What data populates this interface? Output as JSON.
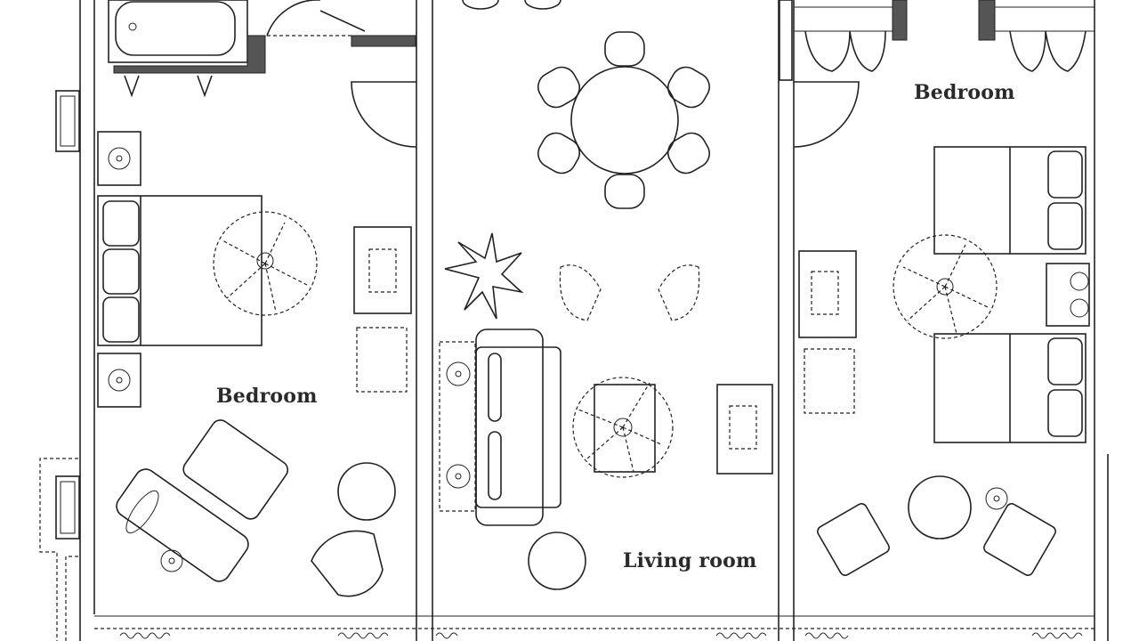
{
  "plan": {
    "rooms": [
      {
        "label": "Bedroom"
      },
      {
        "label": "Living room"
      },
      {
        "label": "Bedroom"
      }
    ]
  }
}
